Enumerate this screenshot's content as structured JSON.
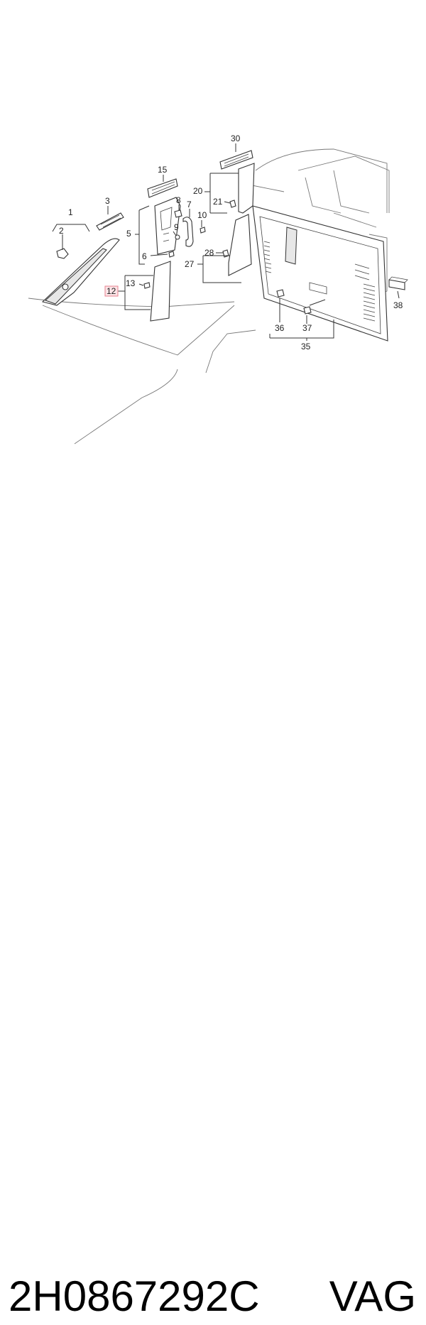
{
  "callouts": {
    "c1": "1",
    "c2": "2",
    "c3": "3",
    "c5": "5",
    "c6": "6",
    "c7": "7",
    "c8": "8",
    "c9": "9",
    "c10": "10",
    "c12": "12",
    "c13": "13",
    "c15": "15",
    "c20": "20",
    "c21": "21",
    "c27": "27",
    "c28": "28",
    "c30": "30",
    "c35": "35",
    "c36": "36",
    "c37": "37",
    "c38": "38"
  },
  "highlighted_callout": "12",
  "colors": {
    "highlight_fill": "#fbe3e6",
    "highlight_border": "#e7828f"
  },
  "footer": {
    "part_number": "2H0867292C",
    "brand": "VAG"
  }
}
